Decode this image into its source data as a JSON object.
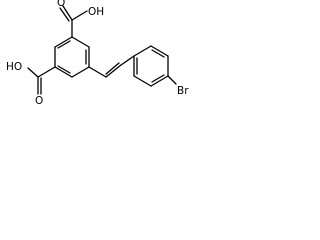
{
  "molecule": {
    "labels": {
      "hydroxyl_top": "OH",
      "oxygen_top": "O",
      "hydroxyl_left": "HO",
      "oxygen_left": "O",
      "bromine": "Br"
    }
  },
  "colors": {
    "bond": "#000000",
    "text": "#000000",
    "background": "#ffffff"
  }
}
